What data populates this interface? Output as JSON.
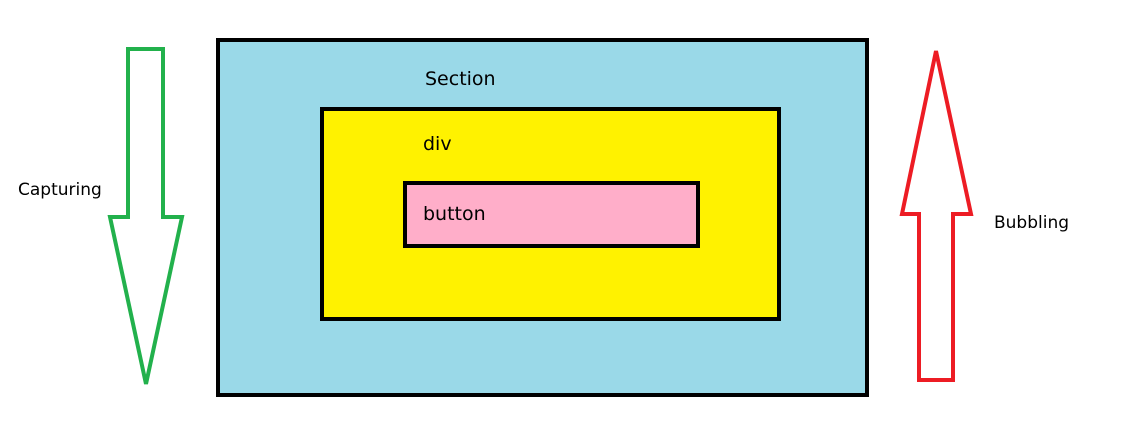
{
  "diagram": {
    "capturing_label": "Capturing",
    "bubbling_label": "Bubbling",
    "section_label": "Section",
    "div_label": "div",
    "button_label": "button"
  },
  "colors": {
    "section_fill": "#9ad9e8",
    "div_fill": "#fff200",
    "button_fill": "#ffaec9",
    "capturing_arrow": "#22b14c",
    "bubbling_arrow": "#ed1c24",
    "border": "#000000"
  },
  "icons": {
    "capturing_arrow": "arrow-down-icon",
    "bubbling_arrow": "arrow-up-icon"
  }
}
